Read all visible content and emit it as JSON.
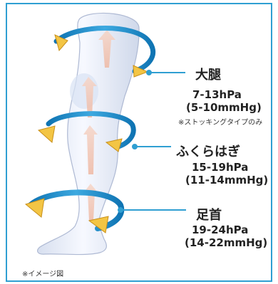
{
  "labels": {
    "thigh": {
      "name": "大腿",
      "pressure_hpa": "7-13hPa",
      "pressure_mmhg": "(5-10mmHg)",
      "note": "※ストッキングタイプのみ"
    },
    "calf": {
      "name": "ふくらはぎ",
      "pressure_hpa": "15-19hPa",
      "pressure_mmhg": "(11-14mmHg)"
    },
    "ankle": {
      "name": "足首",
      "pressure_hpa": "19-24hPa",
      "pressure_mmhg": "(14-22mmHg)"
    }
  },
  "image_note": "※イメージ図",
  "colors": {
    "frame": "#2f9fd2",
    "connector_line": "#2f9fd2",
    "ring_blue": "#1f89c7",
    "arrow_yellow": "#f3c544",
    "stocking_light": "#e8edf6",
    "inner_arrow": "#f0c7b5"
  }
}
